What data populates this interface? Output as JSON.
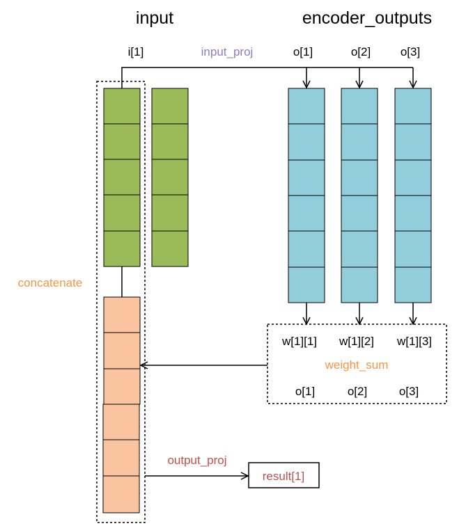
{
  "headings": {
    "input": "input",
    "encoder_outputs": "encoder_outputs"
  },
  "labels": {
    "input_index": "i[1]",
    "input_proj": "input_proj",
    "outputs": [
      "o[1]",
      "o[2]",
      "o[3]"
    ],
    "weights": [
      "w[1][1]",
      "w[1][2]",
      "w[1][3]"
    ],
    "weight_sum": "weight_sum",
    "weighted_outputs": [
      "o[1]",
      "o[2]",
      "o[3]"
    ],
    "concatenate": "concatenate",
    "output_proj": "output_proj",
    "result": "result[1]"
  },
  "colors": {
    "input_cells": "#9bbb59",
    "encoder_cells": "#92cddc",
    "concat_cells": "#f9c49f",
    "input_proj_label": "#8e7cc3",
    "orange_labels": "#f79646",
    "output_proj_label": "#c0504d"
  }
}
